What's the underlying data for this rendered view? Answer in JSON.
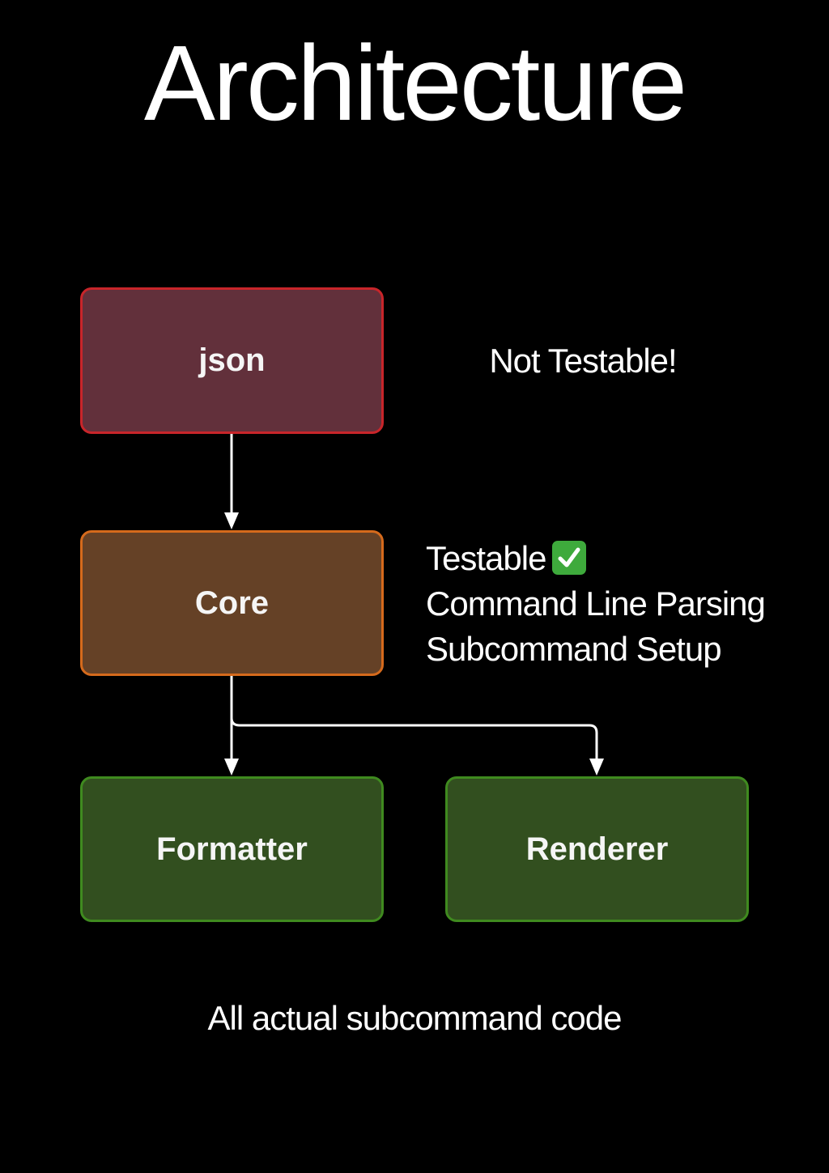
{
  "title": "Architecture",
  "boxes": {
    "json": "json",
    "core": "Core",
    "formatter": "Formatter",
    "renderer": "Renderer"
  },
  "notes": {
    "json": "Not Testable!",
    "core_testable": "Testable",
    "core_line2": "Command Line Parsing",
    "core_line3": "Subcommand Setup",
    "bottom": "All actual subcommand code"
  },
  "colors": {
    "background": "#000000",
    "json_fill": "#62303b",
    "json_border": "#c8252a",
    "core_fill": "#654126",
    "core_border": "#d56a1c",
    "green_fill": "#324f1f",
    "green_border": "#3f8a1f",
    "arrow": "#ffffff"
  },
  "icons": {
    "testable_check": "check-mark-icon"
  }
}
